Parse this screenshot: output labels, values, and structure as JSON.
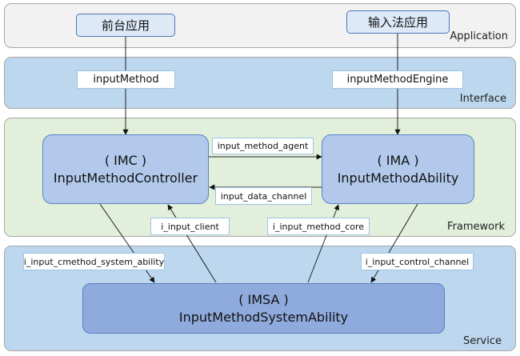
{
  "layers": {
    "application": "Application",
    "interface": "Interface",
    "framework": "Framework",
    "service": "Service"
  },
  "apps": {
    "foreground": "前台应用",
    "input_method_app": "输入法应用"
  },
  "interfaces": {
    "input_method": "inputMethod",
    "input_method_engine": "inputMethodEngine"
  },
  "components": {
    "imc": {
      "abbr": "( IMC )",
      "name": "InputMethodController"
    },
    "ima": {
      "abbr": "( IMA )",
      "name": "InputMethodAbility"
    },
    "imsa": {
      "abbr": "( IMSA )",
      "name": "InputMethodSystemAbility"
    }
  },
  "channels": {
    "input_method_agent": "input_method_agent",
    "input_data_channel": "input_data_channel",
    "i_input_client": "i_input_client",
    "i_input_method_core": "i_input_method_core",
    "i_input_cmethod_system_ability": "i_input_cmethod_system_ability",
    "i_input_control_channel": "i_input_control_channel"
  },
  "colors": {
    "application_layer": "#f2f2f2",
    "interface_layer": "#bdd7ee",
    "framework_layer": "#e2efda",
    "service_layer": "#bdd7ee",
    "component_box": "#b2c9ec",
    "imsa_box": "#8faadc"
  }
}
